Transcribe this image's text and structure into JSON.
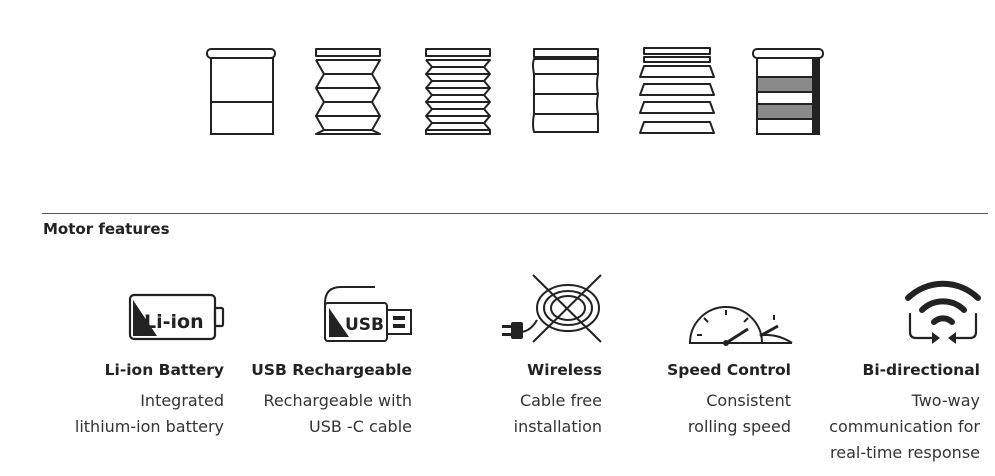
{
  "section": {
    "title": "Motor features"
  },
  "blinds": [
    {
      "icon": "roller-blind-icon"
    },
    {
      "icon": "pleated-blind-icon"
    },
    {
      "icon": "double-pleated-blind-icon"
    },
    {
      "icon": "roman-blind-icon"
    },
    {
      "icon": "venetian-blind-icon"
    },
    {
      "icon": "zebra-blind-icon"
    }
  ],
  "features": [
    {
      "icon": "battery-icon",
      "icon_text": "Li-ion",
      "title": "Li-ion Battery",
      "desc_line1": "Integrated",
      "desc_line2": "lithium-ion battery",
      "desc_line3": ""
    },
    {
      "icon": "usb-plug-icon",
      "icon_text": "USB",
      "title": "USB Rechargeable",
      "desc_line1": "Rechargeable with",
      "desc_line2": "USB -C cable",
      "desc_line3": ""
    },
    {
      "icon": "no-cable-icon",
      "title": "Wireless",
      "desc_line1": "Cable free",
      "desc_line2": "installation",
      "desc_line3": ""
    },
    {
      "icon": "speedometer-icon",
      "title": "Speed Control",
      "desc_line1": "Consistent",
      "desc_line2": "rolling speed",
      "desc_line3": ""
    },
    {
      "icon": "wifi-sync-icon",
      "title": "Bi-directional",
      "desc_line1": "Two-way",
      "desc_line2": "communication for",
      "desc_line3": "real-time response"
    }
  ]
}
